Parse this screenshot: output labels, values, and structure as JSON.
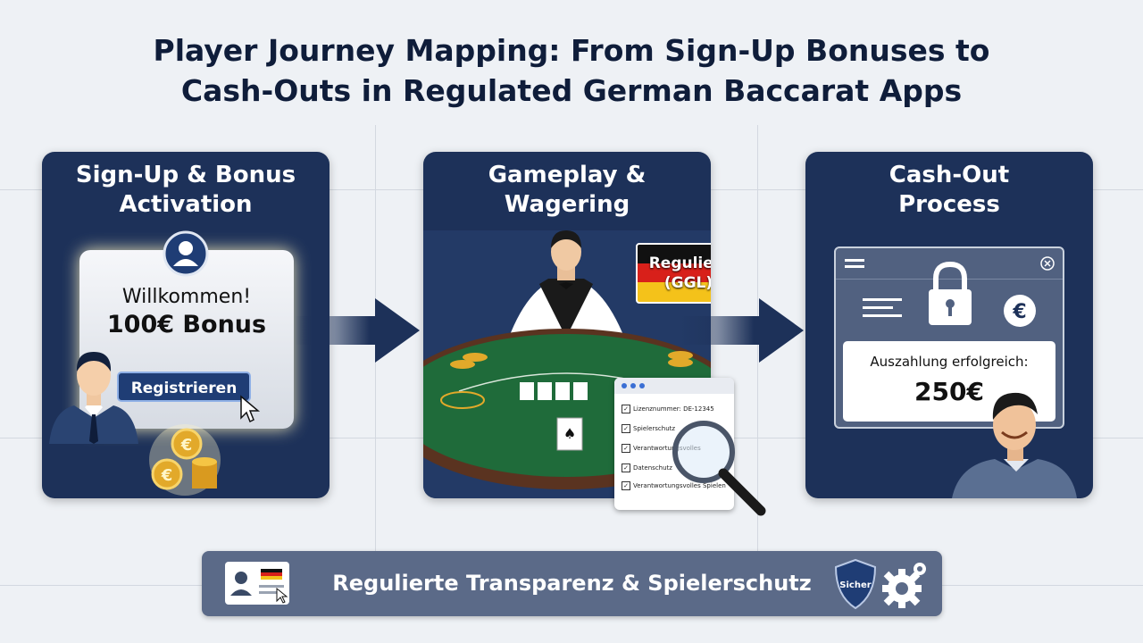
{
  "title_line1": "Player Journey Mapping: From Sign-Up Bonuses to",
  "title_line2": "Cash-Outs in Regulated German Baccarat Apps",
  "stages": [
    {
      "title": "Sign-Up & Bonus\nActivation",
      "welcome": "Willkommen!",
      "bonus": "100€ Bonus",
      "button_label": "Registrieren"
    },
    {
      "title": "Gameplay &\nWagering",
      "badge_line1": "Reguliert",
      "badge_line2": "(GGL)",
      "checklist": [
        "Lizenznummer: DE-12345",
        "Spielerschutz",
        "Verantwortungsvolles",
        "Datenschutz",
        "Verantwortungsvolles Spielen"
      ]
    },
    {
      "title": "Cash-Out\nProcess",
      "payout_label": "Auszahlung erfolgreich:",
      "payout_amount": "250€",
      "currency_symbol": "€"
    }
  ],
  "banner": {
    "text": "Regulierte Transparenz & Spielerschutz",
    "shield_label": "Sicher"
  },
  "colors": {
    "card_bg": "#1d3159",
    "arrow": "#1d3159",
    "banner_bg": "#5b6a88",
    "table_felt": "#1f6b3a",
    "gold": "#e2a92a"
  },
  "icons": [
    "user-avatar-icon",
    "cursor-icon",
    "coin-stack-icon",
    "menu-icon",
    "lock-icon",
    "euro-icon",
    "close-icon",
    "magnifier-icon",
    "id-card-icon",
    "shield-icon",
    "gear-icon"
  ]
}
